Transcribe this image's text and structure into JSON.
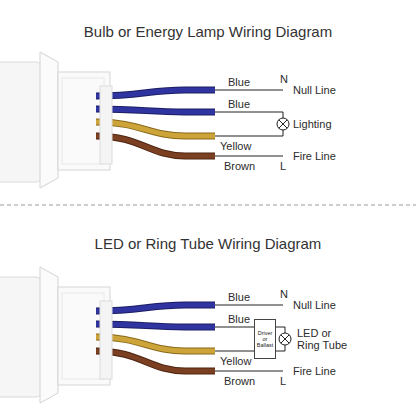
{
  "diagram": {
    "title": "Bulb or Energy Lamp Wiring Diagram",
    "nodes": [
      {
        "text": [
          "Driver or Ballast"
        ]
      }
    ],
    "labels": [
      "Blue",
      "N",
      "Null Line",
      "Blue",
      "Lighting",
      "Yellow",
      "Brown",
      "L",
      "Fire Line",
      "LED or Ring Tube Wiring Diagram",
      "Blue",
      "N",
      "Null Line",
      "Blue",
      "LED or Ring Tube",
      "Yellow",
      "Brown",
      "L",
      "Fire Line"
    ]
  }
}
